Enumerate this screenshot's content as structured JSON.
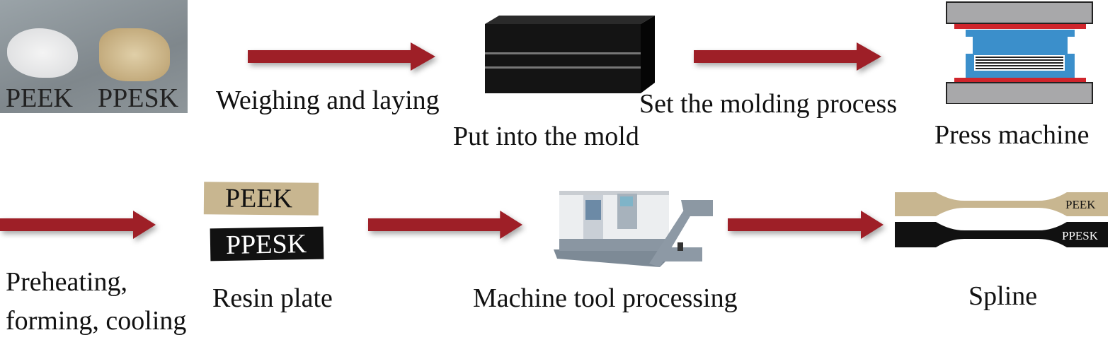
{
  "colors": {
    "arrow": "#9e1f27",
    "peek": "#c8b690",
    "ppesk": "#111111",
    "mold": "#141414",
    "press_plate": "#a8a8aa",
    "press_heater": "#d0252c",
    "press_mold": "#3b8fcb"
  },
  "photo": {
    "peek_label": "PEEK",
    "ppesk_label": "PPESK"
  },
  "steps": {
    "weighing": "Weighing and laying",
    "mold": "Put into the mold",
    "molding_process": "Set the molding process",
    "press": "Press machine",
    "preheating_line1": "Preheating,",
    "preheating_line2": "forming, cooling",
    "resin_plate": "Resin plate",
    "machine_tool": "Machine tool processing",
    "spline": "Spline"
  },
  "resin_plate": {
    "peek": "PEEK",
    "ppesk": "PPESK"
  },
  "spline_labels": {
    "peek": "PEEK",
    "ppesk": "PPESK"
  }
}
